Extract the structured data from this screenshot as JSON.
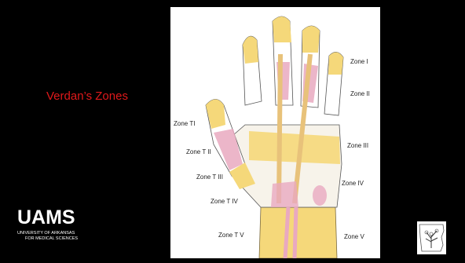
{
  "slide": {
    "title": "Verdan’s Zones"
  },
  "figure": {
    "labels": {
      "zone_i": "Zone I",
      "zone_ii": "Zone II",
      "zone_iii": "Zone III",
      "zone_iv": "Zone IV",
      "zone_v": "Zone V",
      "zone_ti": "Zone TI",
      "zone_tii": "Zone T II",
      "zone_tiii": "Zone T III",
      "zone_tiv": "Zone T IV",
      "zone_tv": "Zone T V"
    }
  },
  "logo": {
    "main": "UAMS",
    "line1": "UNIVERSITY OF ARKANSAS",
    "line2": "FOR MEDICAL SCIENCES"
  },
  "colors": {
    "background": "#000000",
    "title": "#e0191b",
    "zone_yellow": "#f5d87a",
    "zone_pink": "#e9a9c0",
    "tendon": "#e8c27a"
  }
}
